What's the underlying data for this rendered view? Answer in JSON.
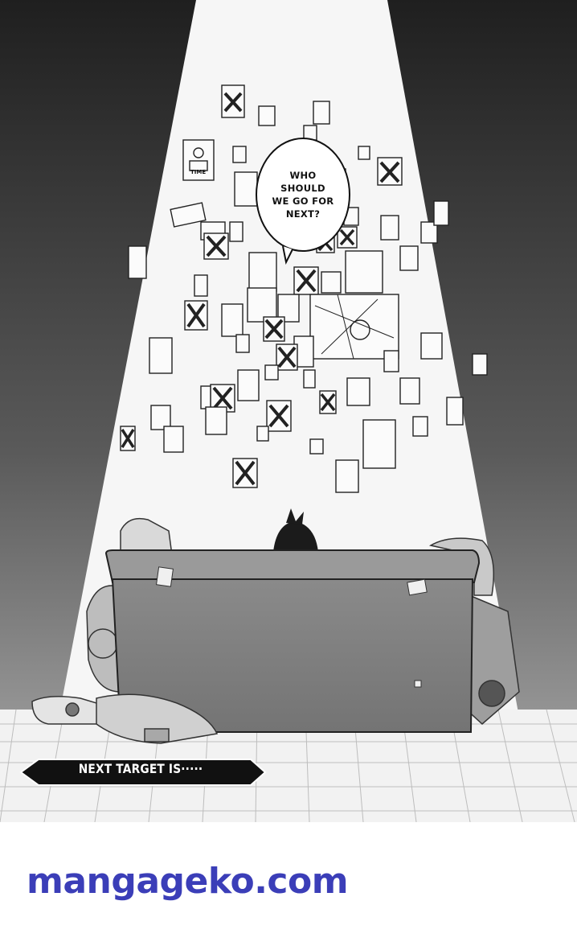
{
  "speech_bubble": {
    "lines": [
      "WHO",
      "SHOULD",
      "WE GO FOR",
      "NEXT?"
    ]
  },
  "caption": {
    "text": "NEXT TARGET IS·····"
  },
  "board_notes": {
    "time_label": "TIME"
  },
  "footer": {
    "site_name": "mangageko.com",
    "link_color": "#3b3eb8"
  },
  "colors": {
    "spotlight": "#f6f6f6",
    "background_dark": "#2a2a2a",
    "floor": "#f2f2f2"
  },
  "icons": [
    "photo-pin-icon",
    "cross-mark-icon",
    "map-sheet-icon"
  ]
}
